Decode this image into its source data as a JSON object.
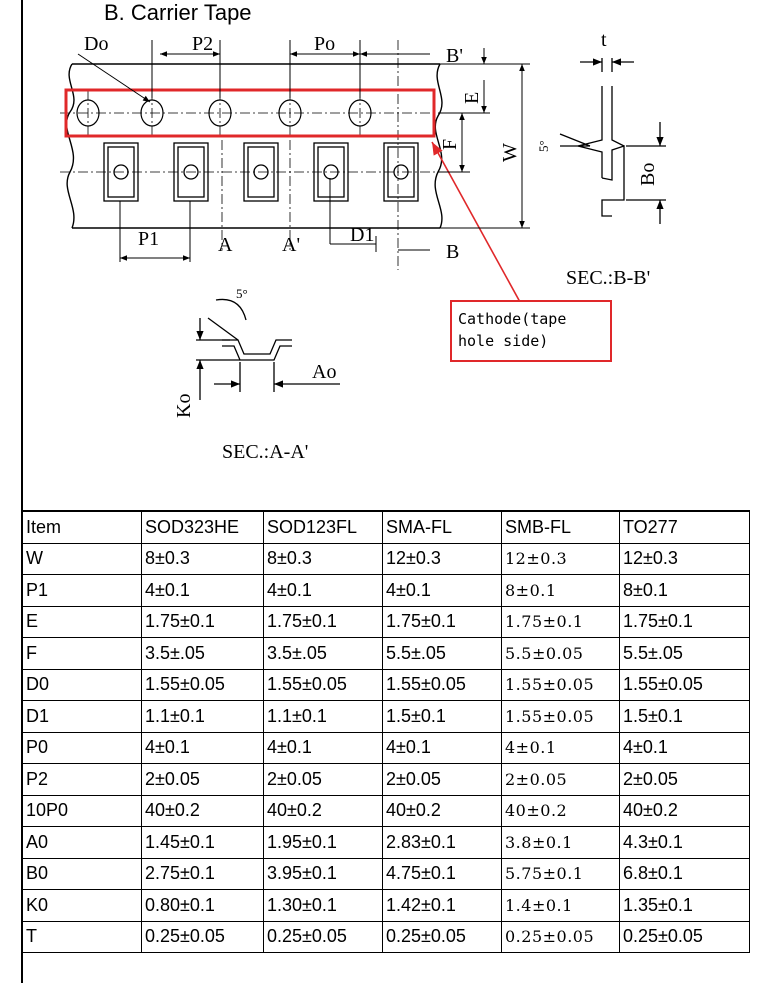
{
  "section_title": "B. Carrier Tape",
  "labels": {
    "do": "Do",
    "p2": "P2",
    "po": "Po",
    "b_prime": "B'",
    "b": "B",
    "e": "E",
    "f": "F",
    "w": "W",
    "t": "t",
    "bo": "Bo",
    "five_deg": "5°",
    "p1": "P1",
    "a": "A",
    "a_prime": "A'",
    "d1": "D1",
    "ko": "Ko",
    "ao": "Ao",
    "sec_bb": "SEC.:B-B'",
    "sec_aa": "SEC.:A-A'"
  },
  "callout": {
    "line1": "Cathode(tape",
    "line2": "hole side)"
  },
  "colors": {
    "highlight": "#e0282a",
    "ink": "#000000"
  },
  "table": {
    "header": [
      "Item",
      "SOD323HE",
      "SOD123FL",
      "SMA-FL",
      "SMB-FL",
      "TO277"
    ],
    "rows": [
      [
        "W",
        "8±0.3",
        "8±0.3",
        "12±0.3",
        "12±0.3",
        "12±0.3"
      ],
      [
        "P1",
        "4±0.1",
        "4±0.1",
        "4±0.1",
        "8±0.1",
        "8±0.1"
      ],
      [
        "E",
        "1.75±0.1",
        "1.75±0.1",
        "1.75±0.1",
        "1.75±0.1",
        "1.75±0.1"
      ],
      [
        "F",
        "3.5±.05",
        "3.5±.05",
        "5.5±.05",
        "5.5±0.05",
        "5.5±.05"
      ],
      [
        "D0",
        "1.55±0.05",
        "1.55±0.05",
        "1.55±0.05",
        "1.55±0.05",
        "1.55±0.05"
      ],
      [
        "D1",
        "1.1±0.1",
        "1.1±0.1",
        "1.5±0.1",
        "1.55±0.05",
        "1.5±0.1"
      ],
      [
        "P0",
        "4±0.1",
        "4±0.1",
        "4±0.1",
        "4±0.1",
        "4±0.1"
      ],
      [
        "P2",
        "2±0.05",
        "2±0.05",
        "2±0.05",
        "2±0.05",
        "2±0.05"
      ],
      [
        "10P0",
        "40±0.2",
        "40±0.2",
        "40±0.2",
        "40±0.2",
        "40±0.2"
      ],
      [
        "A0",
        "1.45±0.1",
        "1.95±0.1",
        "2.83±0.1",
        "3.8±0.1",
        "4.3±0.1"
      ],
      [
        "B0",
        "2.75±0.1",
        "3.95±0.1",
        "4.75±0.1",
        "5.75±0.1",
        "6.8±0.1"
      ],
      [
        "K0",
        "0.80±0.1",
        "1.30±0.1",
        "1.42±0.1",
        "1.4±0.1",
        "1.35±0.1"
      ],
      [
        "T",
        "0.25±0.05",
        "0.25±0.05",
        "0.25±0.05",
        "0.25±0.05",
        "0.25±0.05"
      ]
    ]
  }
}
